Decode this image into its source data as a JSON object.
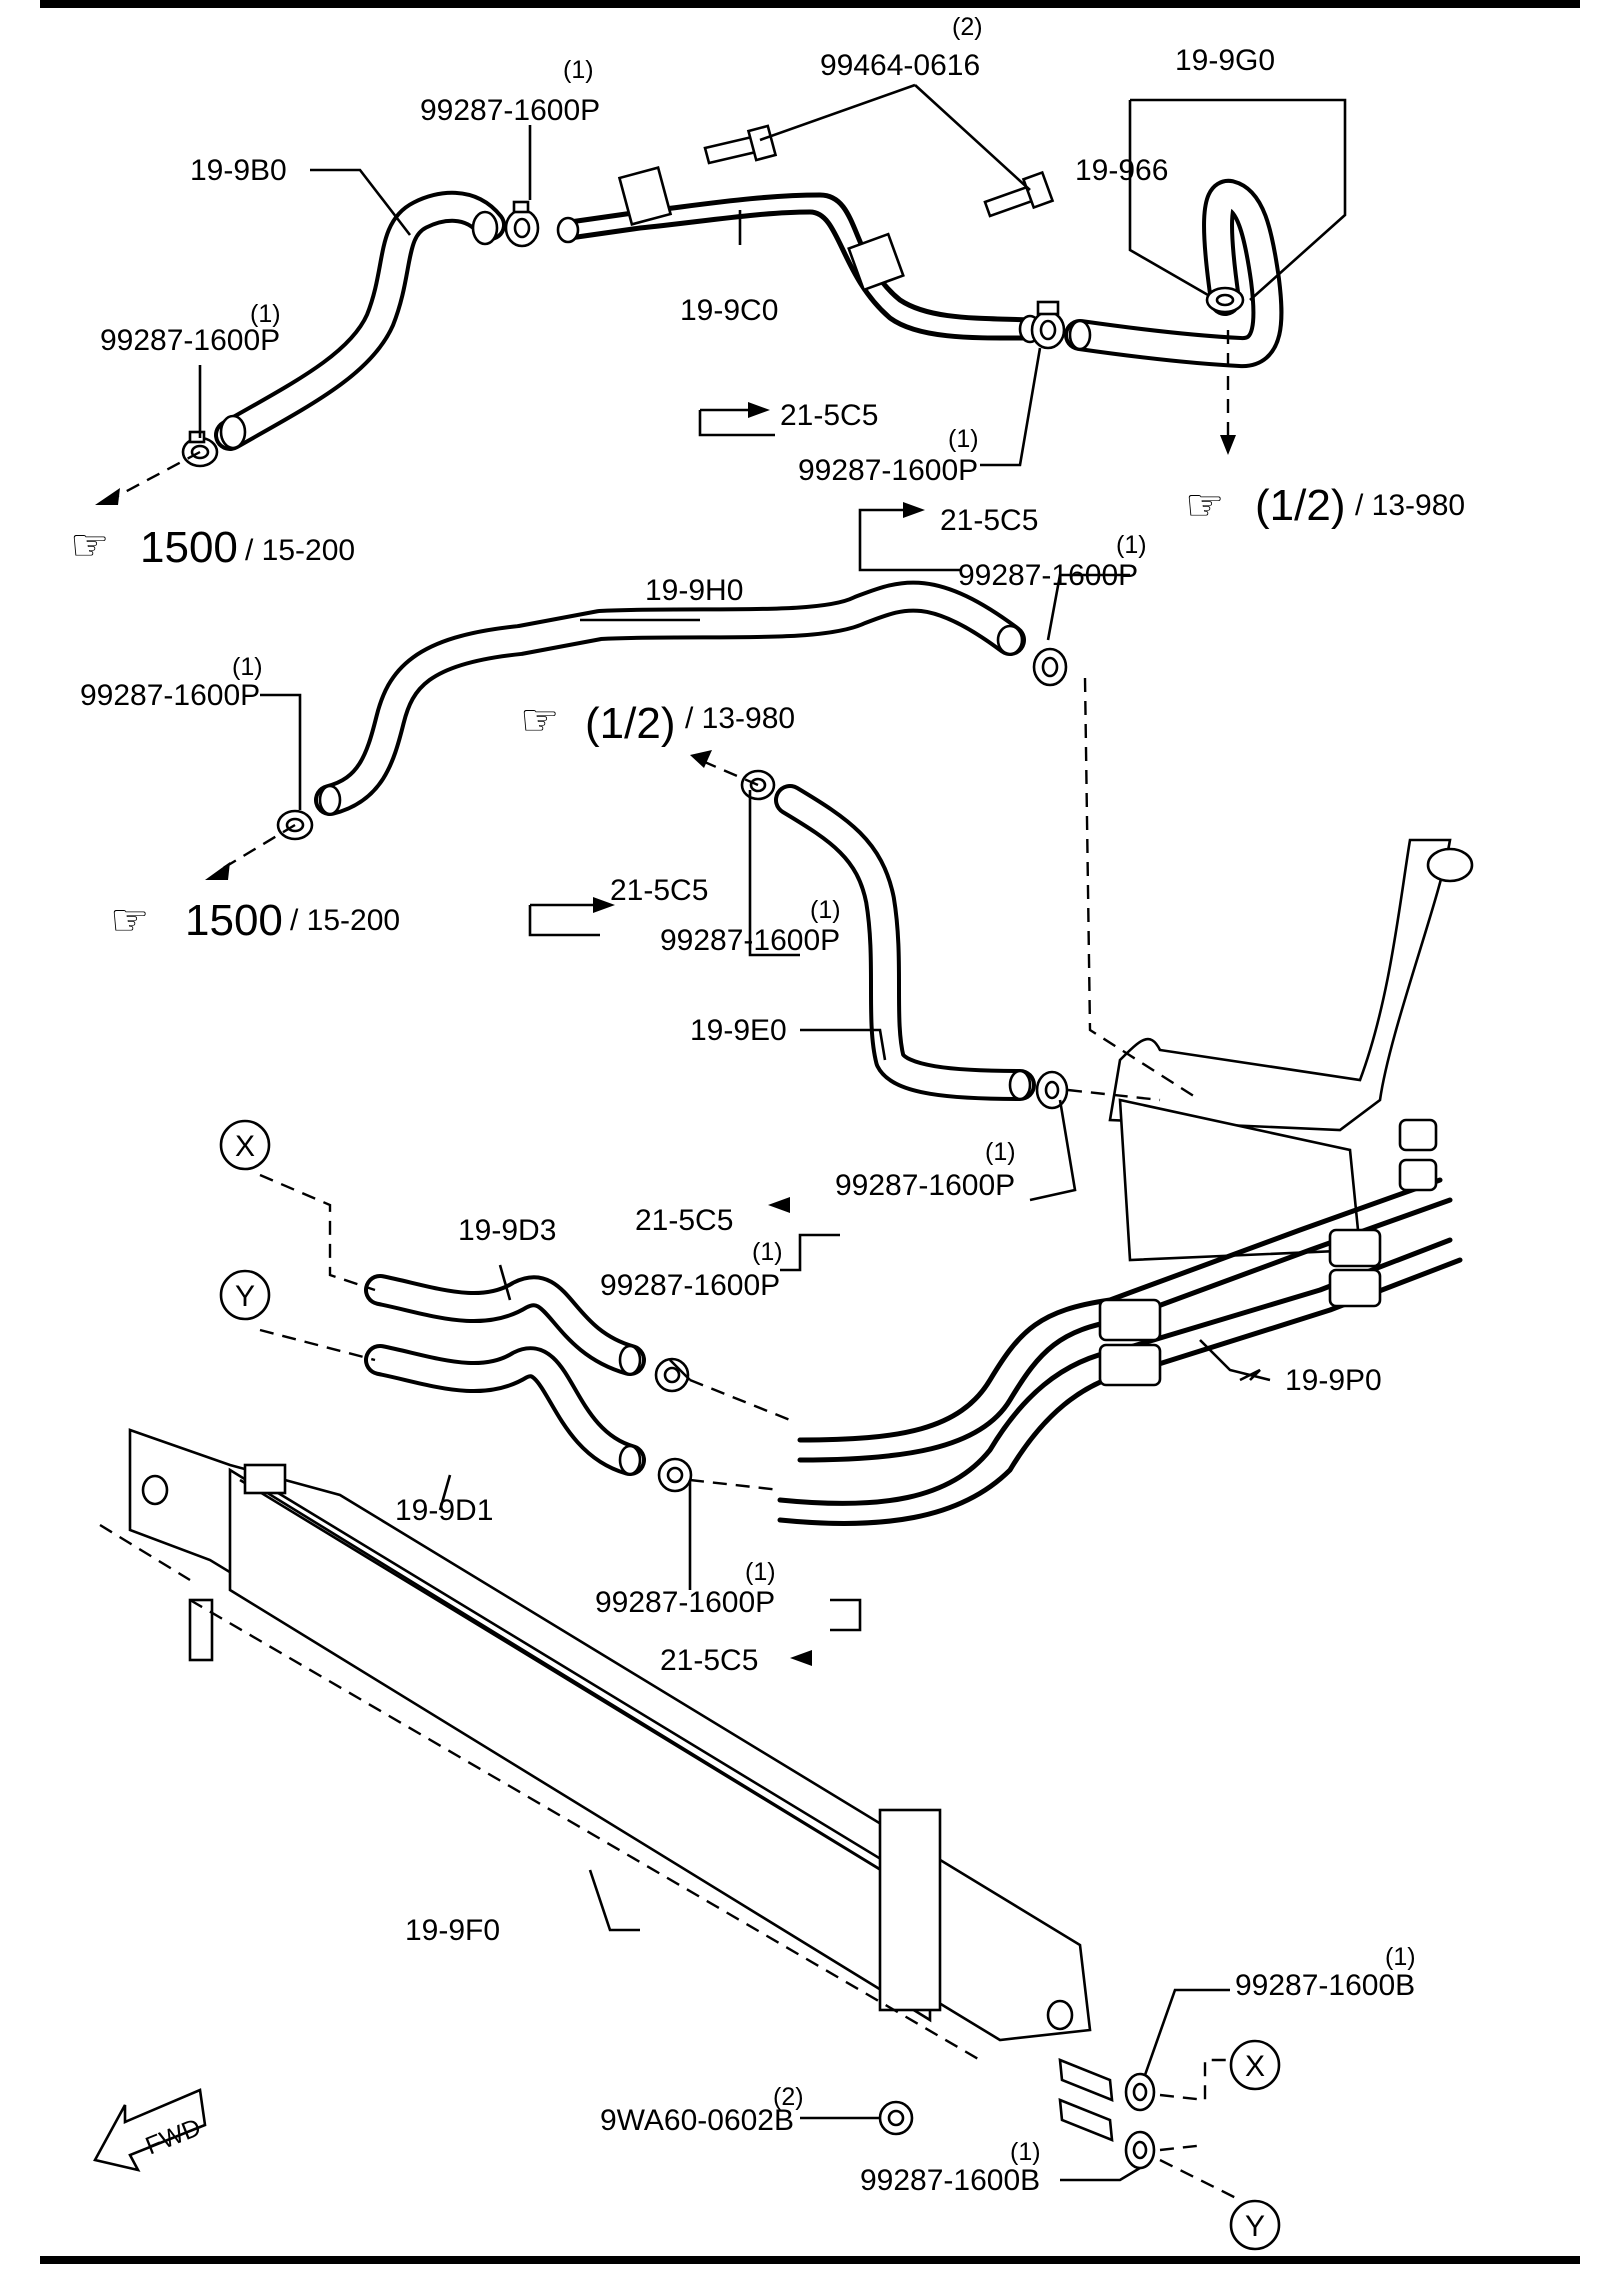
{
  "parts": {
    "hose_9b0": "19-9B0",
    "hose_9c0": "19-9C0",
    "hose_9g0": "19-9G0",
    "hose_966": "19-966",
    "hose_9h0": "19-9H0",
    "hose_9e0": "19-9E0",
    "hose_9d3": "19-9D3",
    "hose_9d1": "19-9D1",
    "pipe_9p0": "19-9P0",
    "cooler_9f0": "19-9F0",
    "bolt": "99464-0616",
    "nut": "9WA60-0602B",
    "clamp_p": "99287-1600P",
    "clamp_b": "99287-1600B"
  },
  "qty": {
    "one": "(1)",
    "two": "(2)"
  },
  "refs": {
    "r_21_5c5": "21-5C5",
    "r_1500_num": "1500",
    "r_15_200": "/ 15-200",
    "r_half": "(1/2)",
    "r_13_980": "/ 13-980"
  },
  "markers": {
    "x": "X",
    "y": "Y",
    "fwd": "FWD"
  }
}
